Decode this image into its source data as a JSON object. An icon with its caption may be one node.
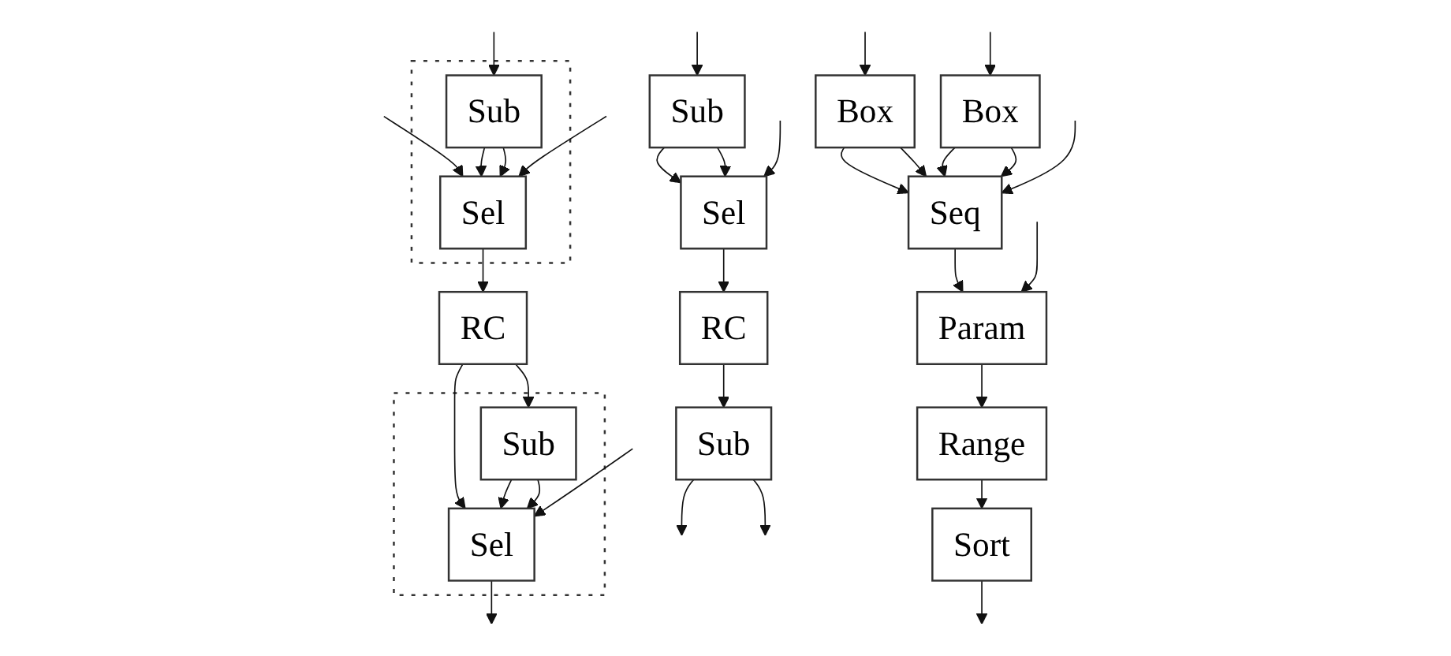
{
  "diagram": {
    "nodes": [
      {
        "text": [],
        "shape": "box"
      },
      {
        "text": [
          "Sub"
        ],
        "in": 0
      },
      {
        "text": [
          "Sel"
        ],
        "in": 0
      },
      {
        "text": [
          "RC"
        ]
      },
      {
        "text": [],
        "shape": "box"
      },
      {
        "text": [
          "Sub"
        ],
        "in": 4
      },
      {
        "text": [
          "Sel"
        ],
        "in": 4
      },
      {
        "text": [
          "Sub"
        ]
      },
      {
        "text": [
          "Sel"
        ]
      },
      {
        "text": [
          "RC"
        ]
      },
      {
        "text": [
          "Sub"
        ]
      },
      {
        "text": [
          "Box"
        ]
      },
      {
        "text": [
          "Box"
        ]
      },
      {
        "text": [
          "Seq"
        ]
      },
      {
        "text": [
          "Param"
        ]
      },
      {
        "text": [
          "Range"
        ]
      },
      {
        "text": [
          "Sort"
        ]
      }
    ],
    "edges": [
      {
        "from": null,
        "to": 1,
        "arrow": "to"
      },
      {
        "from": null,
        "to": 2,
        "arrow": "to"
      },
      {
        "from": 1,
        "to": 2,
        "arrow": "to"
      },
      {
        "from": 1,
        "to": 2,
        "arrow": "to"
      },
      {
        "from": null,
        "to": 2,
        "arrow": "to"
      },
      {
        "from": 2,
        "to": 3,
        "arrow": "to"
      },
      {
        "from": 3,
        "to": 5,
        "arrow": "to"
      },
      {
        "from": 3,
        "to": 6,
        "arrow": "to"
      },
      {
        "from": 5,
        "to": 6,
        "arrow": "to"
      },
      {
        "from": 5,
        "to": 6,
        "arrow": "to"
      },
      {
        "from": null,
        "to": 6,
        "arrow": "to"
      },
      {
        "from": 6,
        "to": null,
        "arrow": "to"
      },
      {
        "from": null,
        "to": 7,
        "arrow": "to"
      },
      {
        "from": 7,
        "to": 8,
        "arrow": "to"
      },
      {
        "from": 7,
        "to": 8,
        "arrow": "to"
      },
      {
        "from": null,
        "to": 8,
        "arrow": "to"
      },
      {
        "from": 8,
        "to": 9,
        "arrow": "to"
      },
      {
        "from": 9,
        "to": 10,
        "arrow": "to"
      },
      {
        "from": 10,
        "to": null,
        "arrow": "to"
      },
      {
        "from": 10,
        "to": null,
        "arrow": "to"
      },
      {
        "from": null,
        "to": 11,
        "arrow": "to"
      },
      {
        "from": null,
        "to": 12,
        "arrow": "to"
      },
      {
        "from": 11,
        "to": 13,
        "arrow": "to"
      },
      {
        "from": 11,
        "to": 13,
        "arrow": "to"
      },
      {
        "from": 12,
        "to": 13,
        "arrow": "to"
      },
      {
        "from": 12,
        "to": 13,
        "arrow": "to"
      },
      {
        "from": null,
        "to": 13,
        "arrow": "to"
      },
      {
        "from": 13,
        "to": 14,
        "arrow": "to"
      },
      {
        "from": null,
        "to": 14,
        "arrow": "to"
      },
      {
        "from": 14,
        "to": 15,
        "arrow": "to"
      },
      {
        "from": 15,
        "to": 16,
        "arrow": "to"
      },
      {
        "from": 16,
        "to": null,
        "arrow": "to"
      }
    ]
  }
}
